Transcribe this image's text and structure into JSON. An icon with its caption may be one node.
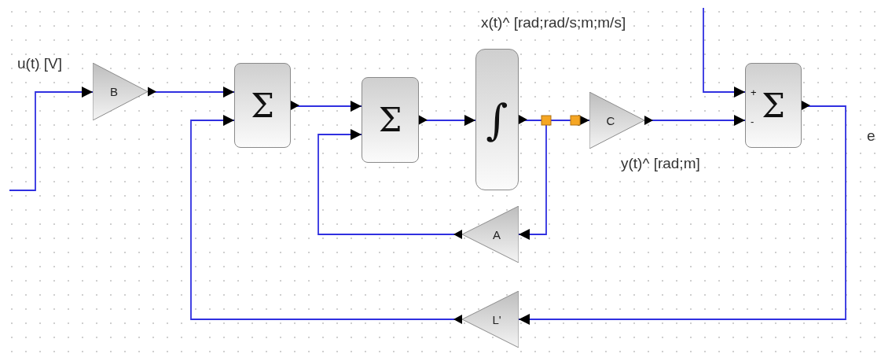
{
  "diagram": {
    "nodes": [
      {
        "text": [
          "B"
        ]
      },
      {
        "text": [
          "Σ"
        ]
      },
      {
        "text": [
          "Σ"
        ]
      },
      {
        "text": [
          "∫"
        ]
      },
      {
        "text": [
          "C"
        ]
      },
      {
        "text": [
          "+",
          "-",
          "Σ"
        ]
      },
      {
        "text": [
          "A"
        ]
      },
      {
        "text": [
          "L'"
        ]
      }
    ],
    "edges": [
      {
        "from": null,
        "to": 0,
        "arrow": "to"
      },
      {
        "from": 0,
        "to": 1,
        "arrow": "to"
      },
      {
        "from": 1,
        "to": 2,
        "arrow": "to"
      },
      {
        "from": 2,
        "to": 3,
        "arrow": "to"
      },
      {
        "from": 3,
        "to": 4,
        "arrow": "to"
      },
      {
        "from": 3,
        "to": 6,
        "arrow": "to"
      },
      {
        "from": 6,
        "to": 2,
        "arrow": "to"
      },
      {
        "from": 4,
        "to": 5,
        "arrow": "to"
      },
      {
        "from": null,
        "to": 5,
        "arrow": "to"
      },
      {
        "from": 5,
        "to": 7,
        "arrow": "to"
      },
      {
        "from": 7,
        "to": 1,
        "arrow": "to"
      }
    ],
    "labels": [
      "u(t) [V]",
      "x(t)^ [rad;rad/s;m;m/s]",
      "y(t)^ [rad;m]",
      "e"
    ]
  }
}
